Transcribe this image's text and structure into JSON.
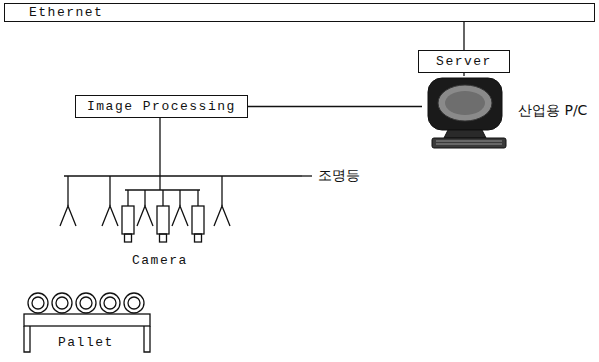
{
  "diagram": {
    "nodes": [
      {
        "text": [
          "Ethernet"
        ]
      },
      {
        "text": [
          "Server"
        ]
      },
      {
        "text": [
          "Image Processing"
        ]
      },
      {
        "text": [
          "산업용 P/C"
        ]
      }
    ],
    "edges": [
      {
        "from": 0,
        "to": 1,
        "arrow": "none"
      },
      {
        "from": 1,
        "to": 3,
        "arrow": "none"
      },
      {
        "from": 2,
        "to": 3,
        "arrow": "none"
      }
    ],
    "labels": [
      "조명등",
      "Camera",
      "Pallet"
    ]
  }
}
